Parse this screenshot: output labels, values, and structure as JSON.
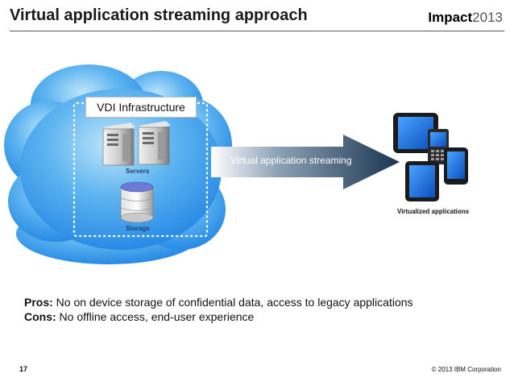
{
  "slide": {
    "title": "Virtual application streaming approach",
    "brand_name": "Impact",
    "brand_year": "2013",
    "page_number": "17",
    "copyright": "© 2013 IBM Corporation"
  },
  "diagram": {
    "vdi_label": "VDI Infrastructure",
    "servers_label": "Servers",
    "storage_label": "Storage",
    "arrow_label": "Virtual application streaming",
    "devices_label": "Virtualized applications"
  },
  "notes": {
    "pros_label": "Pros:",
    "pros_text": " No on device storage of confidential data, access to legacy applications",
    "cons_label": "Cons:",
    "cons_text": " No offline access, end-user experience"
  },
  "colors": {
    "cloud_light": "#8fd0f7",
    "cloud_dark": "#2a8ce8",
    "arrow_dark": "#1a3550",
    "server_gray": "#8a8a8a"
  }
}
